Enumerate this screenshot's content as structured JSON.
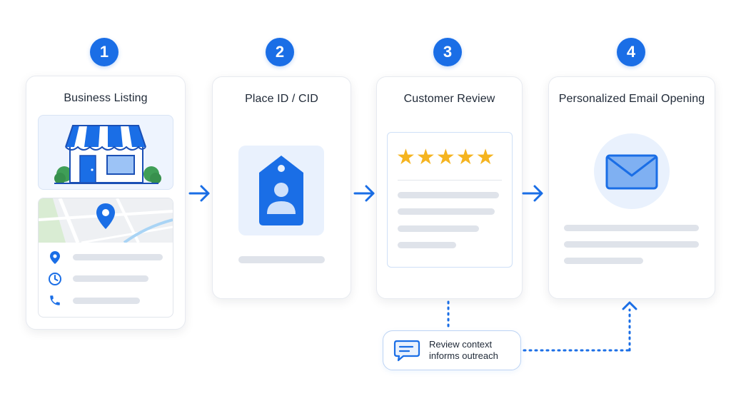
{
  "steps": [
    {
      "number": "1",
      "title": "Business Listing"
    },
    {
      "number": "2",
      "title": "Place ID / CID"
    },
    {
      "number": "3",
      "title": "Customer Review"
    },
    {
      "number": "4",
      "title": "Personalized Email Opening"
    }
  ],
  "review": {
    "stars": 5,
    "star_glyph": "★"
  },
  "callout": {
    "line1": "Review context",
    "line2": "informs outreach"
  },
  "colors": {
    "accent": "#1a6ee6",
    "star": "#f5b41f",
    "placeholder_bar": "#dfe3ea",
    "card_border": "#e7eaf0"
  },
  "icons": {
    "storefront": "storefront-icon",
    "map_pin": "map-pin-icon",
    "location": "location-pin-icon",
    "clock": "clock-icon",
    "phone": "phone-icon",
    "id_tag": "id-tag-icon",
    "email": "envelope-icon",
    "chat": "chat-bubble-icon"
  }
}
